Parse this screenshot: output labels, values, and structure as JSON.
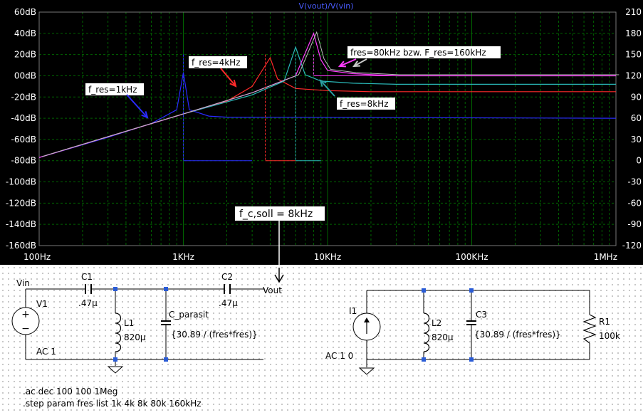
{
  "plot": {
    "title": "V(vout)/V(vin)",
    "y_left_ticks": [
      "60dB",
      "40dB",
      "20dB",
      "00dB",
      "-20dB",
      "-40dB",
      "-60dB",
      "-80dB",
      "-100dB",
      "-120dB",
      "-140dB",
      "-160dB"
    ],
    "y_right_ticks": [
      "210",
      "180",
      "150",
      "120",
      "90",
      "60",
      "30",
      "0",
      "-30",
      "-60",
      "-90",
      "-120"
    ],
    "x_ticks": [
      "100Hz",
      "1KHz",
      "10KHz",
      "100KHz",
      "1MHz"
    ],
    "annotations": {
      "f1k": "f_res=1kHz",
      "f4k": "f_res=4kHz",
      "f8k": "f_res=8kHz",
      "f80k": "fres=80kHz bzw. F_res=160kHz",
      "fc": "f_c,soll = 8kHz"
    },
    "colors": {
      "f1k": "#2a2aff",
      "f4k": "#ff2a2a",
      "f8k": "#2ab8b8",
      "f80k": "#ff3cff",
      "f160k": "#bbbbbb",
      "grid": "#006400"
    }
  },
  "chart_data": {
    "type": "line",
    "title": "V(vout)/V(vin)",
    "x_scale": "log",
    "xlim": [
      100,
      1000000
    ],
    "ylim_left": [
      -160,
      60
    ],
    "ylim_right": [
      -120,
      210
    ],
    "series": [
      {
        "name": "f_res=1kHz",
        "x": [
          100,
          300,
          600,
          900,
          1000,
          1100,
          1500,
          2000,
          3000,
          1000000
        ],
        "y": [
          -77,
          -58,
          -45,
          -32,
          3,
          -32,
          -38,
          -39,
          -39,
          -40
        ]
      },
      {
        "name": "f_res=4kHz",
        "x": [
          100,
          1000,
          2000,
          3000,
          4000,
          4500,
          6000,
          10000,
          20000,
          1000000
        ],
        "y": [
          -77,
          -36,
          -24,
          -10,
          17,
          -3,
          -12,
          -14,
          -15,
          -15
        ]
      },
      {
        "name": "f_res=8kHz",
        "x": [
          100,
          1000,
          3000,
          5000,
          6000,
          7000,
          9000,
          15000,
          30000,
          1000000
        ],
        "y": [
          -77,
          -36,
          -18,
          -5,
          27,
          1,
          -5,
          -7,
          -8,
          -8
        ]
      },
      {
        "name": "fres=80kHz bzw. F_res=160kHz",
        "x": [
          100,
          1000,
          3000,
          6000,
          8000,
          9000,
          10000,
          15000,
          30000,
          100000,
          1000000
        ],
        "y": [
          -77,
          -36,
          -16,
          0,
          40,
          15,
          5,
          2,
          0,
          0,
          0
        ]
      }
    ]
  },
  "schematic": {
    "left": {
      "vin": "Vin",
      "vout": "Vout",
      "v1": "V1",
      "v1_value": "AC 1",
      "c1": "C1",
      "c1_value": ".47µ",
      "l1": "L1",
      "l1_value": "820µ",
      "cpar": "C_parasit",
      "cpar_value": "{30.89 / (fres*fres)}",
      "c2": "C2",
      "c2_value": ".47µ"
    },
    "right": {
      "i1": "I1",
      "i1_value": "AC 1 0",
      "l2": "L2",
      "l2_value": "820µ",
      "c3": "C3",
      "c3_value": "{30.89 / (fres*fres)}",
      "r1": "R1",
      "r1_value": "100k"
    },
    "directives": [
      ".ac dec 100 100 1Meg",
      ".step param fres list 1k 4k 8k 80k 160kHz"
    ]
  }
}
